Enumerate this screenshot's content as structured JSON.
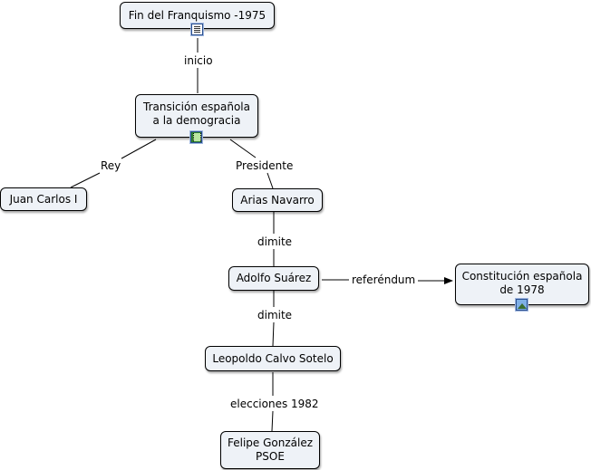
{
  "nodes": {
    "fin_franquismo": "Fin del Franquismo -1975",
    "transicion": "Transición española\na la demogracia",
    "juan_carlos": "Juan Carlos I",
    "arias_navarro": "Arias Navarro",
    "adolfo_suarez": "Adolfo Suárez",
    "constitucion": "Constitución española\nde 1978",
    "calvo_sotelo": "Leopoldo Calvo Sotelo",
    "felipe_gonzalez": "Felipe González\nPSOE"
  },
  "links": {
    "inicio": "inicio",
    "rey": "Rey",
    "presidente": "Presidente",
    "dimite_1": "dimite",
    "dimite_2": "dimite",
    "referendum": "referéndum",
    "elecciones": "elecciones 1982"
  },
  "icons": {
    "fin_franquismo": "document-icon",
    "transicion": "film-icon",
    "constitucion": "image-icon"
  },
  "colors": {
    "node_fill": "#eef2f7",
    "line": "#000000"
  }
}
